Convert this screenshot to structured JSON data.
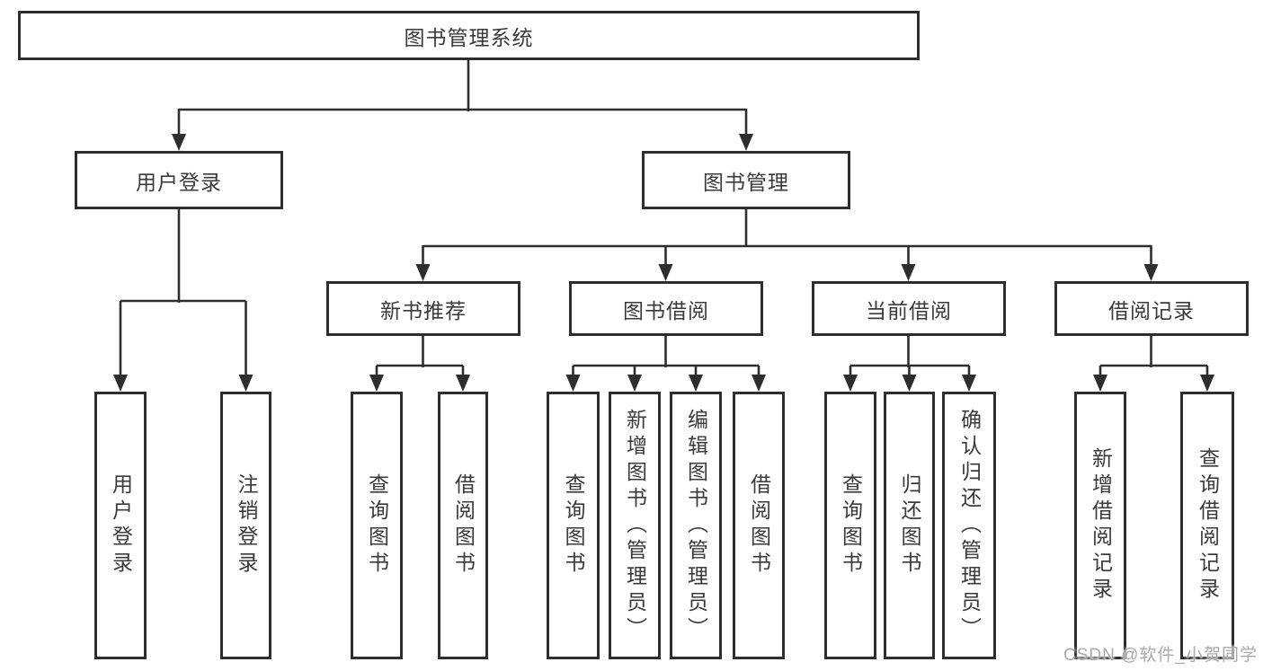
{
  "diagram_title": "图书管理系统",
  "colors": {
    "line": "#2e2e2e",
    "box_border": "#2e2e2e",
    "text": "#3a3a3a",
    "watermark": "#a9a9a9",
    "background": "#ffffff"
  },
  "tree": {
    "label": "图书管理系统",
    "children": [
      {
        "label": "用户登录",
        "children": [
          {
            "label": "用户登录"
          },
          {
            "label": "注销登录"
          }
        ]
      },
      {
        "label": "图书管理",
        "children": [
          {
            "label": "新书推荐",
            "children": [
              {
                "label": "查询图书"
              },
              {
                "label": "借阅图书"
              }
            ]
          },
          {
            "label": "图书借阅",
            "children": [
              {
                "label": "查询图书"
              },
              {
                "label": "新增图书（管理员）"
              },
              {
                "label": "编辑图书（管理员）"
              },
              {
                "label": "借阅图书"
              }
            ]
          },
          {
            "label": "当前借阅",
            "children": [
              {
                "label": "查询图书"
              },
              {
                "label": "归还图书"
              },
              {
                "label": "确认归还（管理员）"
              }
            ]
          },
          {
            "label": "借阅记录",
            "children": [
              {
                "label": "新增借阅记录"
              },
              {
                "label": "查询借阅记录"
              }
            ]
          }
        ]
      }
    ]
  },
  "watermark": {
    "text": "CSDN @软件_小贺同学"
  }
}
